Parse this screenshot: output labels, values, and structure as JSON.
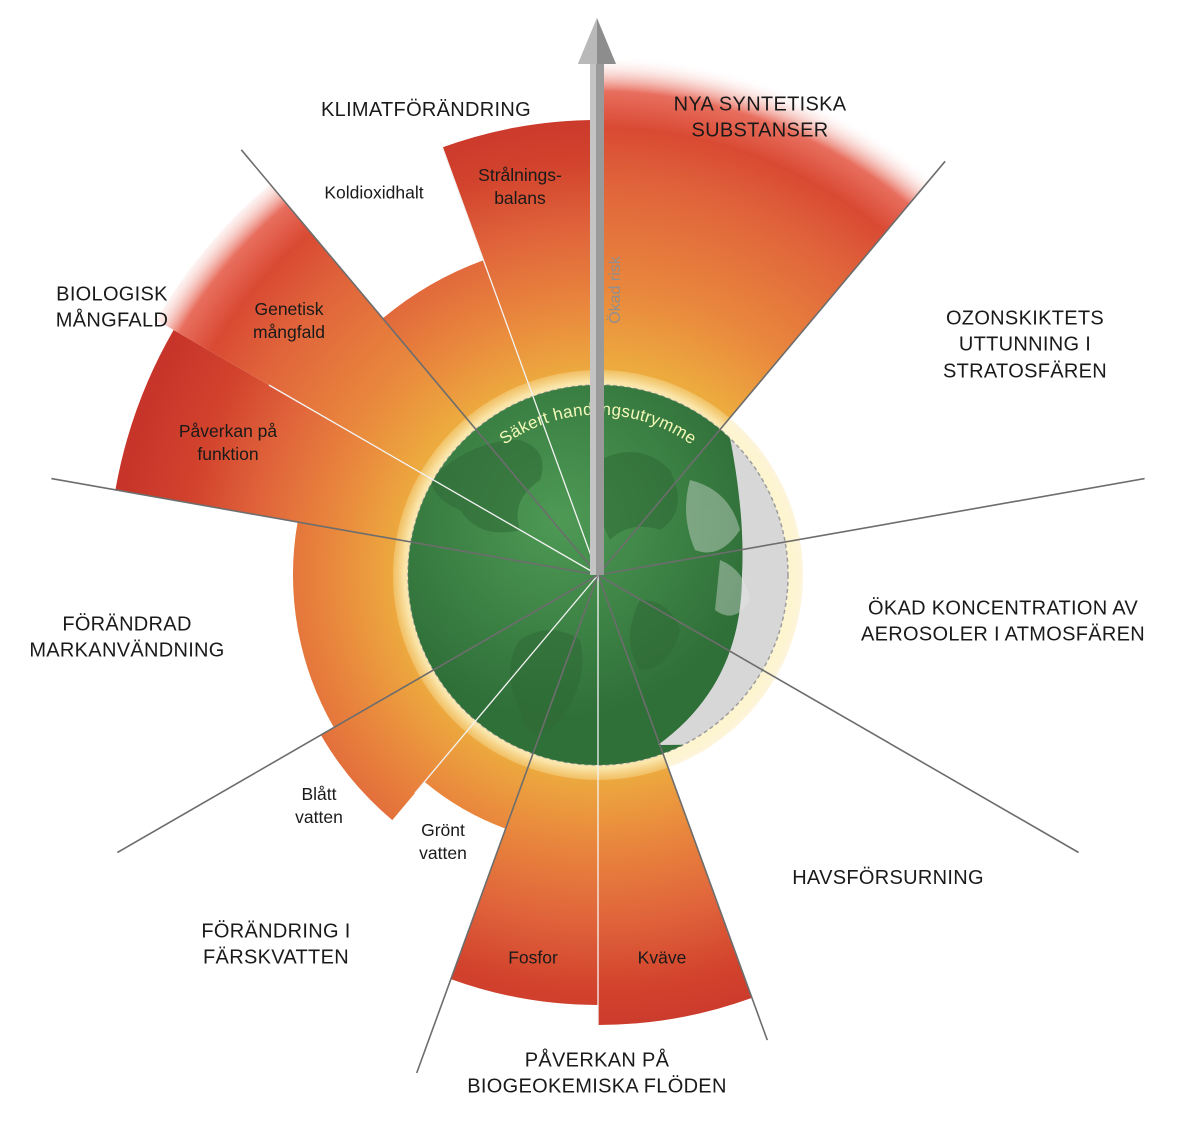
{
  "diagram": {
    "center_label": "Säkert handlingsutrymme",
    "axis_label": "Ökad risk",
    "colors": {
      "safe_green": "#3f8a48",
      "safe_green_dark": "#2f6f38",
      "danger_red": "#c7352a",
      "mid_orange": "#e0643b",
      "zone_yellow": "#eeb43f",
      "glow": "#fdf7d0",
      "divider": "#6d6d6d",
      "unquantified_grey": "#cfcfcf",
      "arrow_grey": "#9a9a9a"
    },
    "boundaries": [
      {
        "id": "novel-entities",
        "label": "NYA SYNTETISKA\nSUBSTANSER"
      },
      {
        "id": "ozone",
        "label": "OZONSKIKTETS\nUTTUNNING I\nSTRATOSFÄREN"
      },
      {
        "id": "aerosols",
        "label": "ÖKAD KONCENTRATION AV\nAEROSOLER I ATMOSFÄREN"
      },
      {
        "id": "ocean-acidification",
        "label": "HAVSFÖRSURNING"
      },
      {
        "id": "biogeochemical",
        "label": "PÅVERKAN PÅ\nBIOGEOKEMISKA FLÖDEN",
        "sub": [
          {
            "id": "phosphorus",
            "label": "Fosfor"
          },
          {
            "id": "nitrogen",
            "label": "Kväve"
          }
        ]
      },
      {
        "id": "freshwater",
        "label": "FÖRÄNDRING I\nFÄRSKVATTEN",
        "sub": [
          {
            "id": "blue-water",
            "label": "Blått\nvatten"
          },
          {
            "id": "green-water",
            "label": "Grönt\nvatten"
          }
        ]
      },
      {
        "id": "land-use",
        "label": "FÖRÄNDRAD\nMARKANVÄNDNING"
      },
      {
        "id": "biosphere",
        "label": "BIOLOGISK\nMÅNGFALD",
        "sub": [
          {
            "id": "functional",
            "label": "Påverkan på\nfunktion"
          },
          {
            "id": "genetic",
            "label": "Genetisk\nmångfald"
          }
        ]
      },
      {
        "id": "climate",
        "label": "KLIMATFÖRÄNDRING",
        "sub": [
          {
            "id": "co2",
            "label": "Koldioxidhalt"
          },
          {
            "id": "radiative",
            "label": "Strålnings-\nbalans"
          }
        ]
      }
    ],
    "status": [
      {
        "id": "novel-entities",
        "state": "beyond boundary, unquantified upper level"
      },
      {
        "id": "ozone",
        "state": "within safe operating space"
      },
      {
        "id": "aerosols",
        "state": "within safe operating space"
      },
      {
        "id": "ocean-acidification",
        "state": "within safe operating space"
      },
      {
        "id": "phosphorus",
        "state": "high risk"
      },
      {
        "id": "nitrogen",
        "state": "high risk"
      },
      {
        "id": "blue-water",
        "state": "increasing risk"
      },
      {
        "id": "green-water",
        "state": "increasing risk"
      },
      {
        "id": "land-use",
        "state": "increasing risk"
      },
      {
        "id": "functional",
        "state": "high risk"
      },
      {
        "id": "genetic",
        "state": "beyond boundary, unquantified upper level"
      },
      {
        "id": "co2",
        "state": "increasing risk"
      },
      {
        "id": "radiative",
        "state": "high risk"
      }
    ]
  }
}
